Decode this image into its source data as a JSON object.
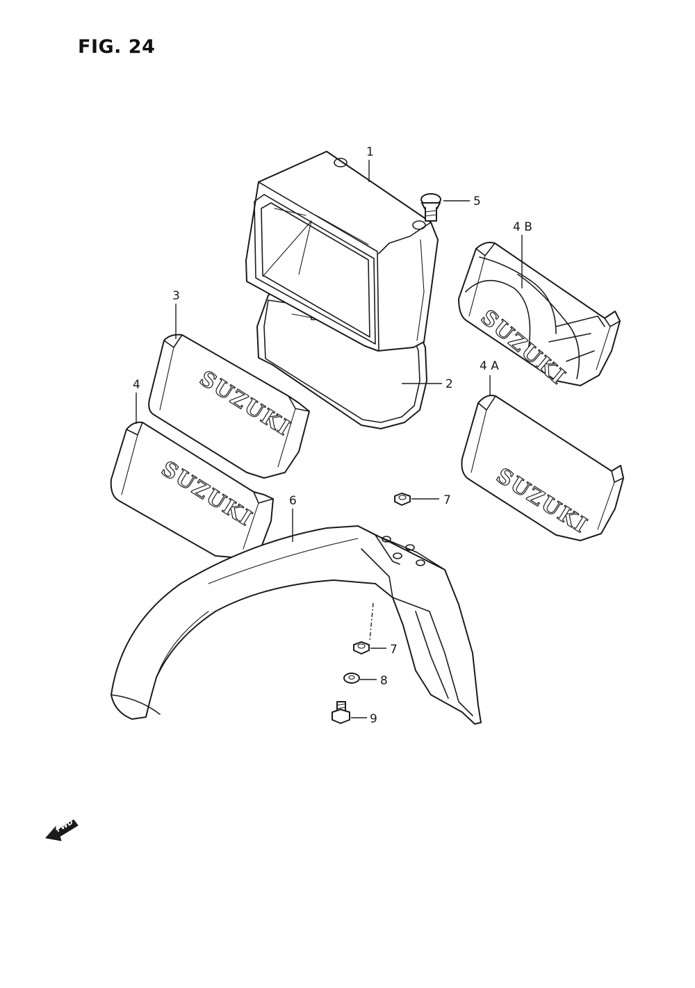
{
  "figure_title": "FIG. 24",
  "fwd_label": "FWD",
  "brand_text": "SUZUKI",
  "callouts": {
    "p1": "1",
    "p2": "2",
    "p3": "3",
    "p4": "4",
    "p4a": "4 A",
    "p4b": "4 B",
    "p5": "5",
    "p6": "6",
    "p7a": "7",
    "p7b": "7",
    "p8": "8",
    "p9": "9"
  }
}
